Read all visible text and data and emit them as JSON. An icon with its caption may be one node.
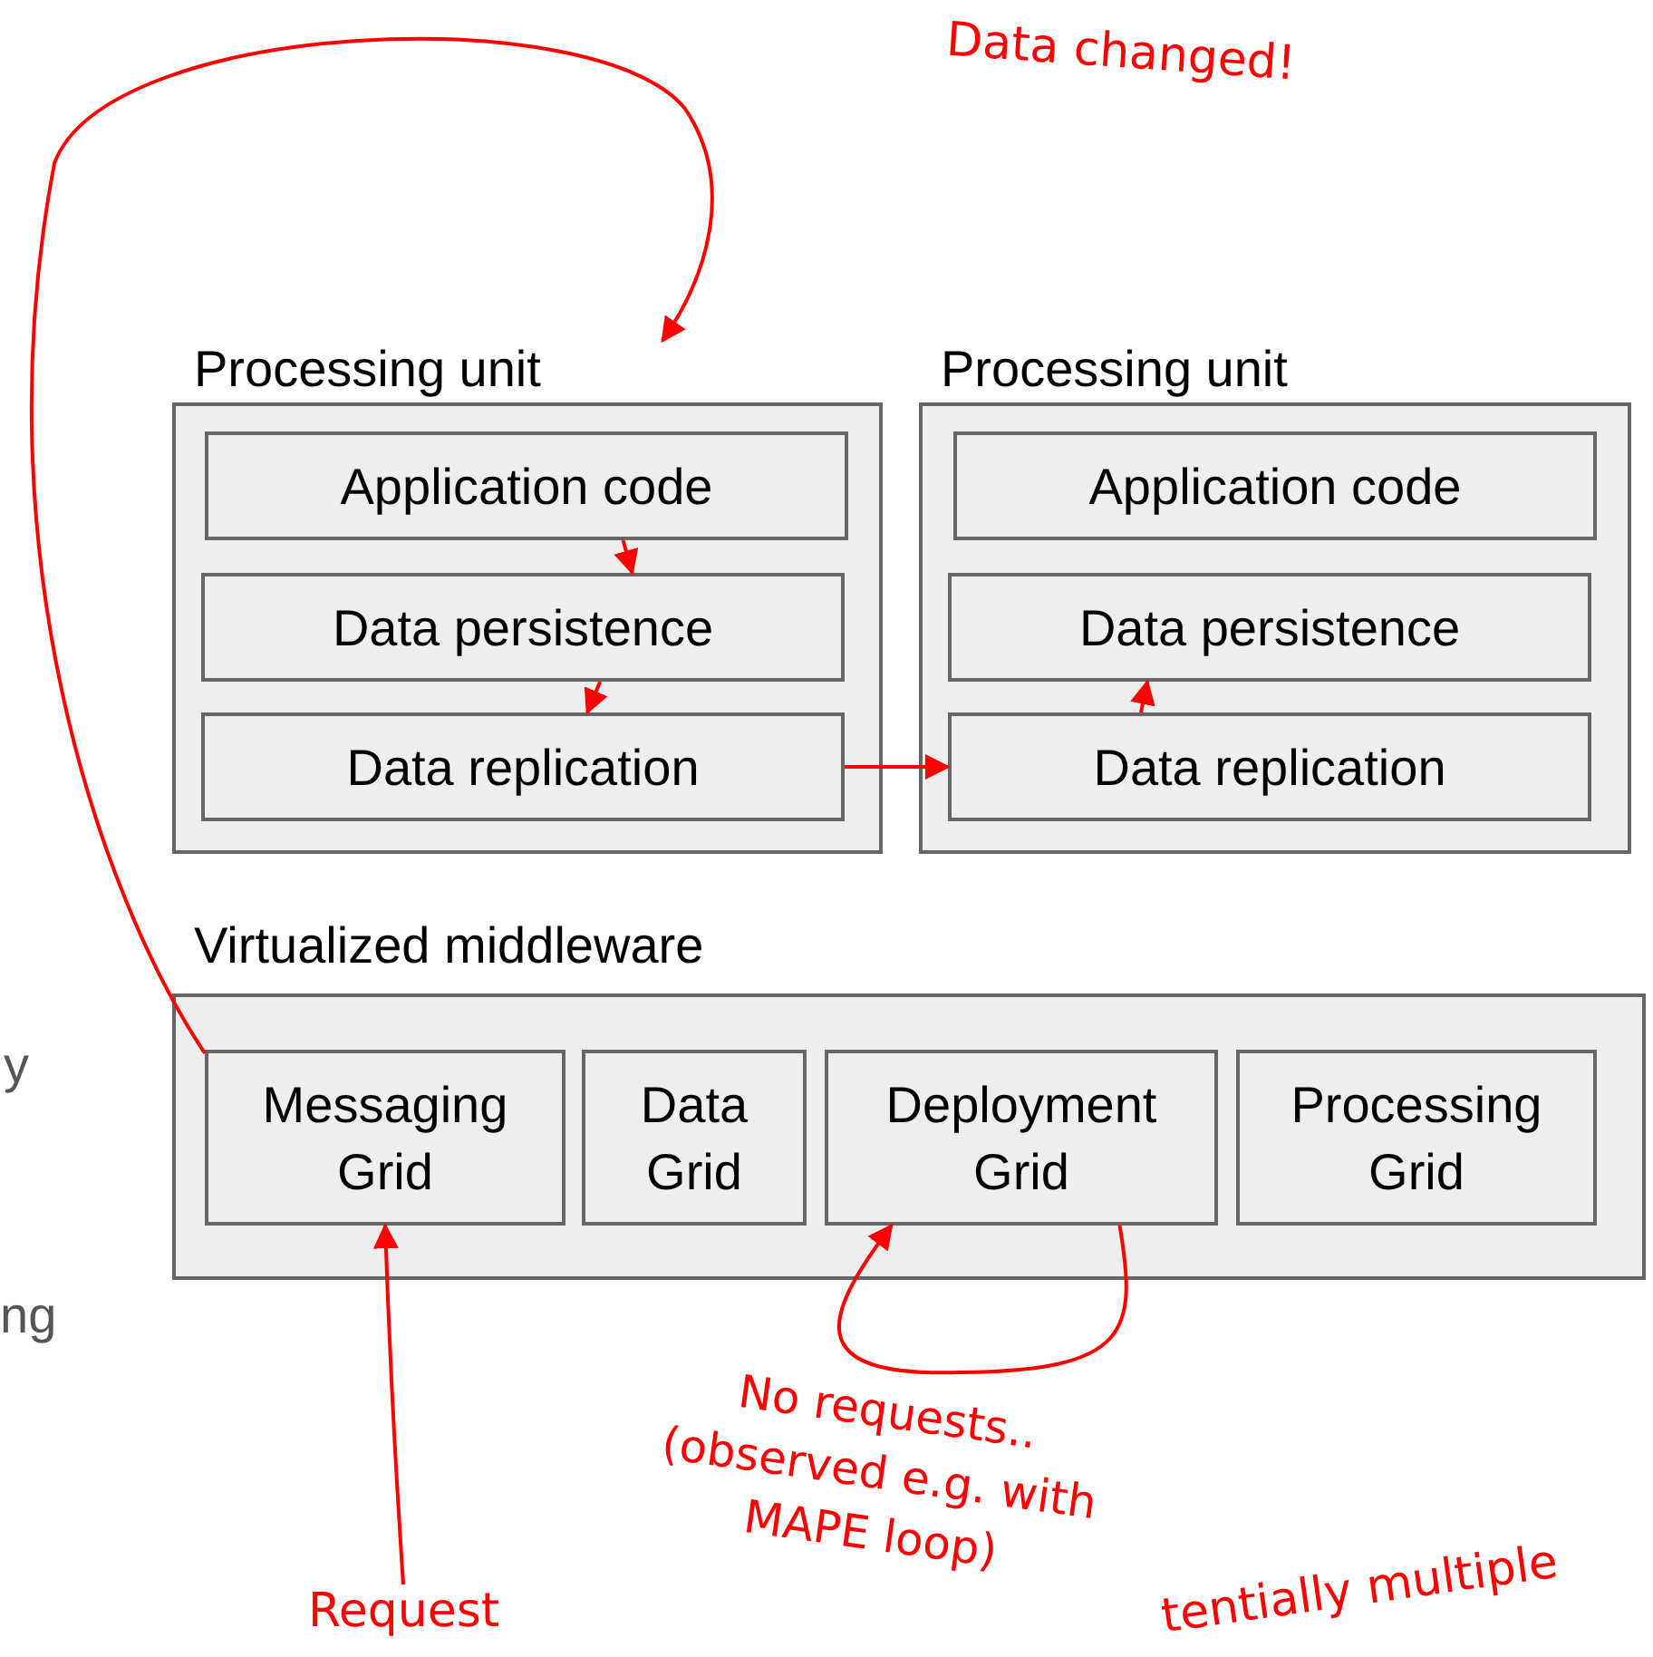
{
  "diagram": {
    "nodes": [
      {
        "text": [
          "Processing unit"
        ]
      },
      {
        "text": [
          "Application code"
        ],
        "in": 0
      },
      {
        "text": [
          "Data persistence"
        ],
        "in": 0
      },
      {
        "text": [
          "Data replication"
        ],
        "in": 0
      },
      {
        "text": [
          "Processing unit"
        ]
      },
      {
        "text": [
          "Application code"
        ],
        "in": 4
      },
      {
        "text": [
          "Data persistence"
        ],
        "in": 4
      },
      {
        "text": [
          "Data replication"
        ],
        "in": 4
      },
      {
        "text": [
          "Virtualized middleware"
        ]
      },
      {
        "text": [
          "Messaging Grid"
        ],
        "in": 8
      },
      {
        "text": [
          "Data Grid"
        ],
        "in": 8
      },
      {
        "text": [
          "Deployment Grid"
        ],
        "in": 8
      },
      {
        "text": [
          "Processing Grid"
        ],
        "in": 8
      },
      {
        "text": [
          "Request"
        ]
      }
    ],
    "edges": [
      {
        "from": 1,
        "to": 2,
        "arrow": "to"
      },
      {
        "from": 2,
        "to": 3,
        "arrow": "to"
      },
      {
        "from": 3,
        "to": 7,
        "arrow": "to"
      },
      {
        "from": 7,
        "to": 6,
        "arrow": "to"
      },
      {
        "from": 9,
        "to": 0,
        "arrow": "to"
      },
      {
        "from": 13,
        "to": 9,
        "arrow": "to"
      },
      {
        "from": 11,
        "to": 11,
        "arrow": "to",
        "label": "No requests.. (observed e.g. with MAPE loop)"
      }
    ],
    "labels": [
      "Data changed!",
      "y",
      "ng",
      "tentially multiple"
    ]
  }
}
